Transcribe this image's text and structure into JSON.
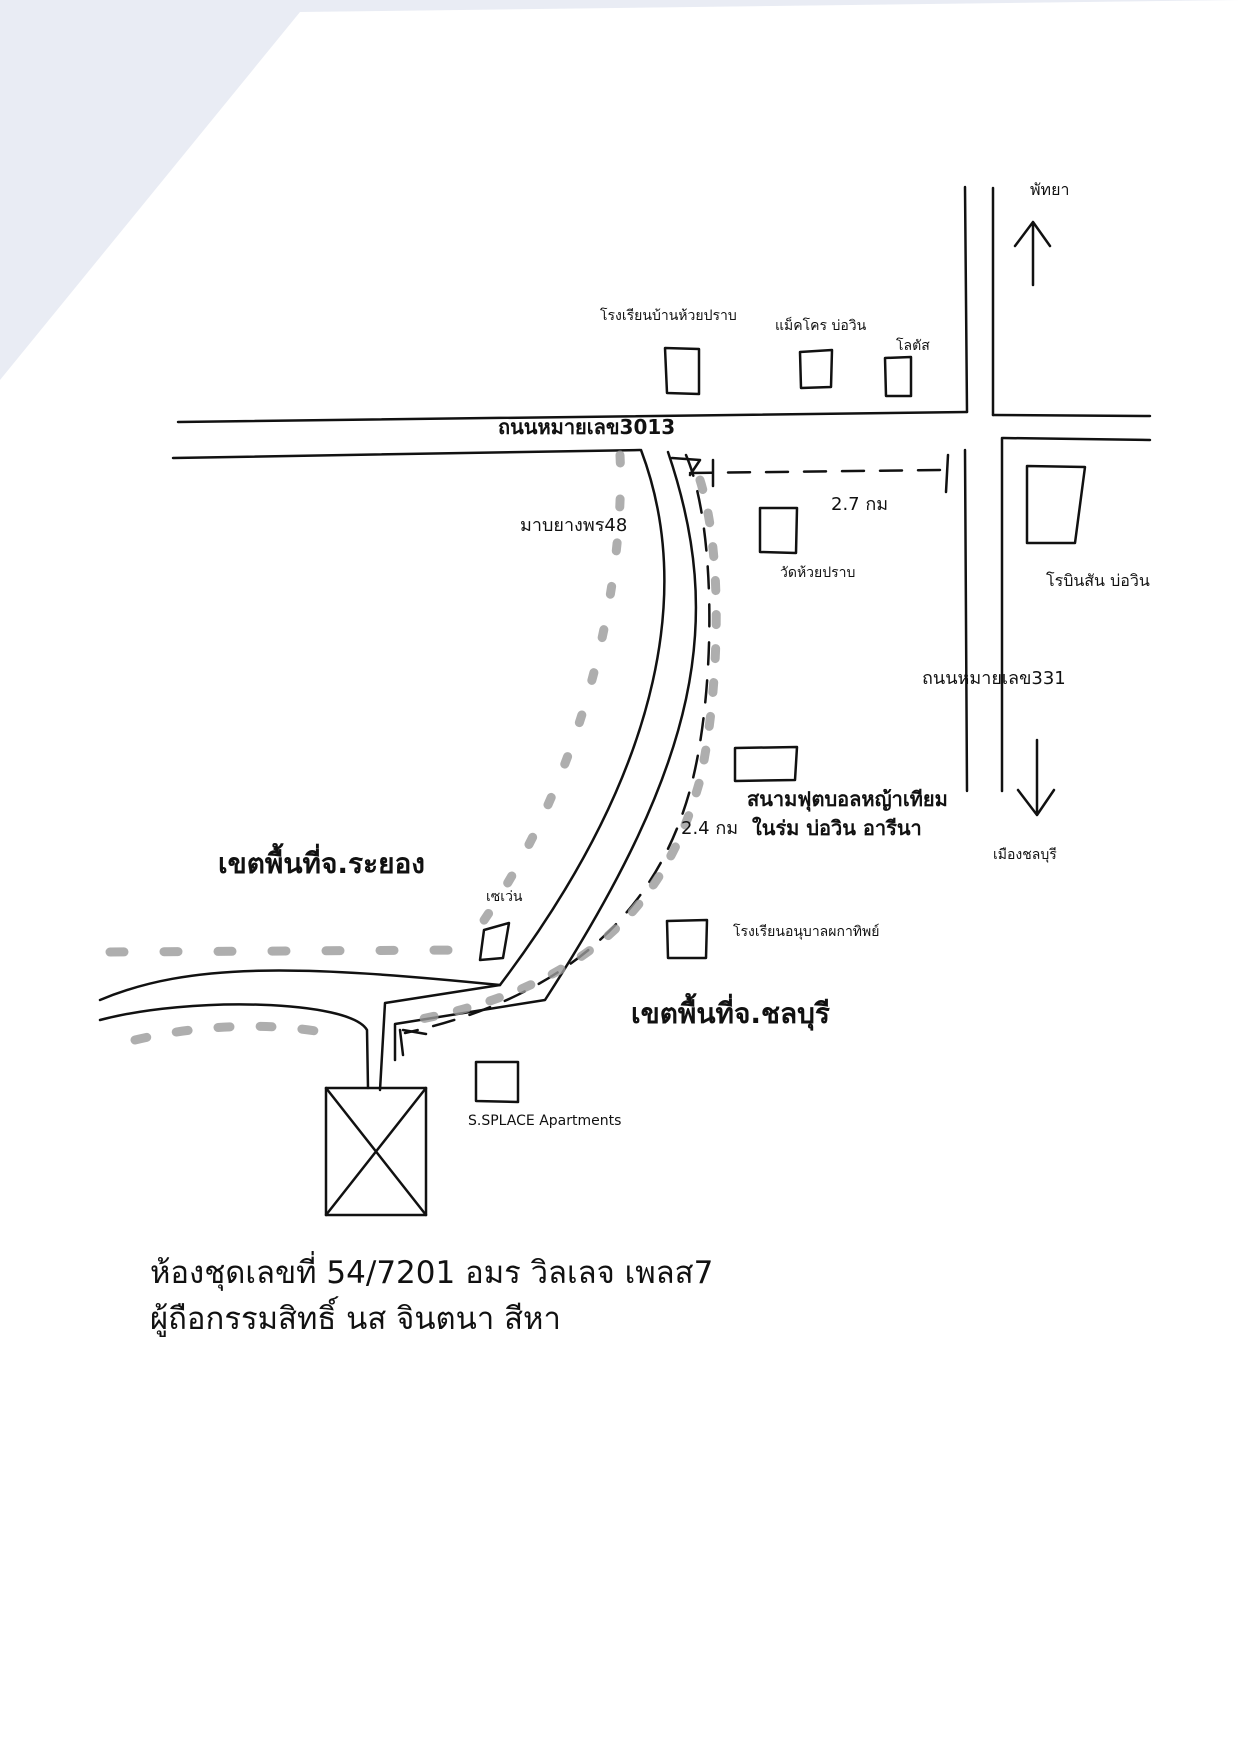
{
  "labels": {
    "pattaya": "พัทยา",
    "school_huai_prap": "โรงเรียนบ้านห้วยปราบ",
    "makro": "แม็คโคร บ่อวิน",
    "lotus": "โลตัส",
    "road_3013": "ถนนหมายเลข3013",
    "map_yang_phon": "มาบยางพร48",
    "dist_27": "2.7 กม",
    "wat_huai_prap": "วัดห้วยปราบ",
    "robinson": "โรบินสัน บ่อวิน",
    "road_331": "ถนนหมายเลข331",
    "football_field": "สนามฟุตบอลหญ้าเทียม",
    "dist_24": "2.4 กม",
    "football_field_loc": "ในร่ม บ่อวิน อารีนา",
    "mueang_chonburi": "เมืองชลบุรี",
    "rayong_zone": "เขตพื้นที่จ.ระยอง",
    "seven_eleven": "เซเว่น",
    "kindergarten": "โรงเรียนอนุบาลผกาทิพย์",
    "chonburi_zone": "เขตพื้นที่จ.ชลบุรี",
    "splace": "S.SPLACE Apartments"
  },
  "footer": {
    "line1": "ห้องชุดเลขที่ 54/7201 อมร วิลเลจ เพลส7",
    "line2": "ผู้ถือกรรมสิทธิ์ นส จินตนา สีหา"
  },
  "colors": {
    "paper": "#ffffff",
    "background": "#e9ecf4",
    "ink": "#111111",
    "highlighter": "#9a9a9a"
  }
}
